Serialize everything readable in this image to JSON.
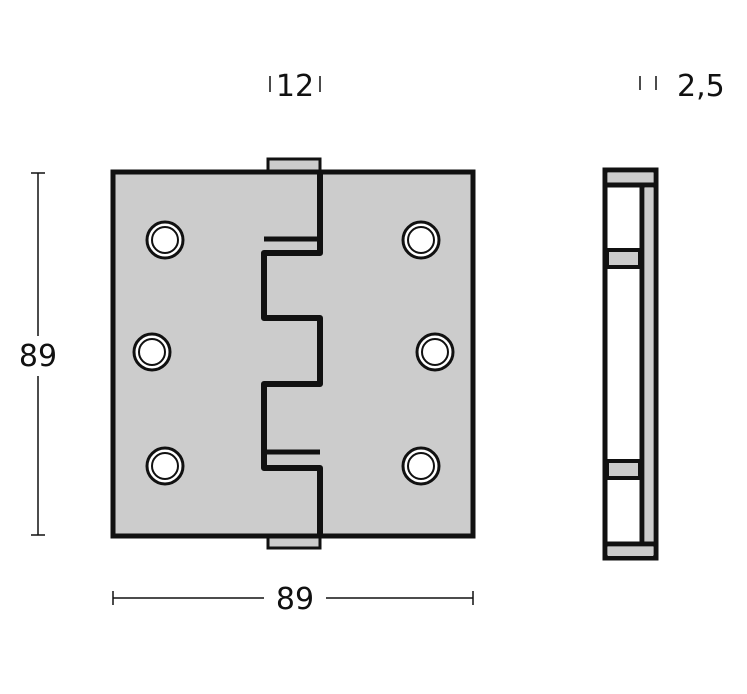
{
  "dimensions": {
    "knuckle_width": "12",
    "thickness": "2,5",
    "height": "89",
    "width": "89"
  },
  "colors": {
    "plate_fill": "#cccccc",
    "outline": "#111111",
    "hole_fill": "#ffffff"
  }
}
